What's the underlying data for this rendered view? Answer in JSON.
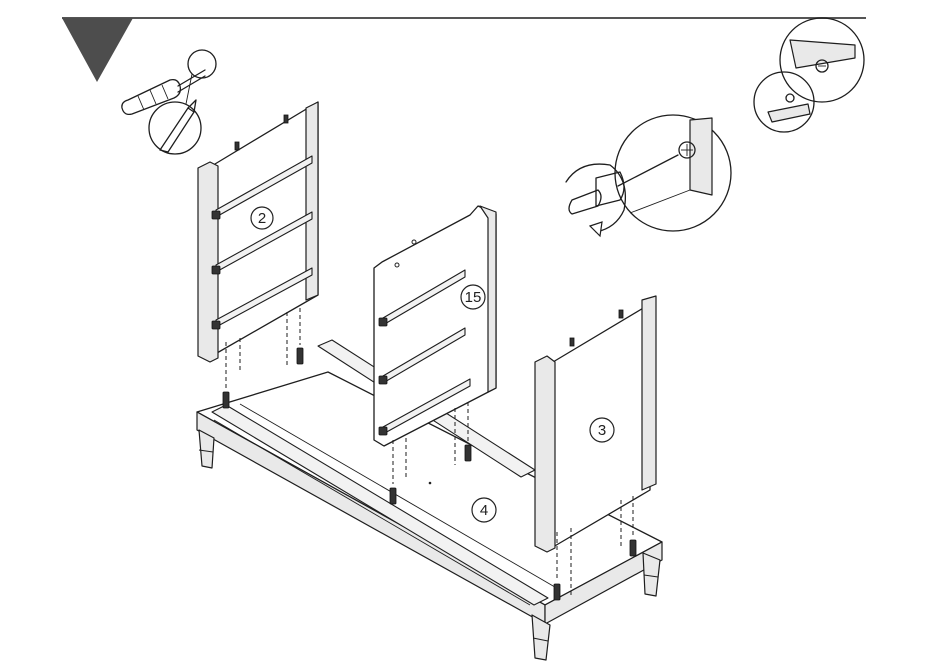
{
  "step_marker": {
    "color": "#4d4d4d"
  },
  "header_rule": {
    "color": "#555555"
  },
  "tools": [
    "screwdriver-icon",
    "power-drill-icon"
  ],
  "parts": [
    {
      "id": "side-panel-left",
      "label": "2"
    },
    {
      "id": "center-panel",
      "label": "15"
    },
    {
      "id": "side-panel-right",
      "label": "3"
    },
    {
      "id": "base-frame",
      "label": "4"
    }
  ]
}
